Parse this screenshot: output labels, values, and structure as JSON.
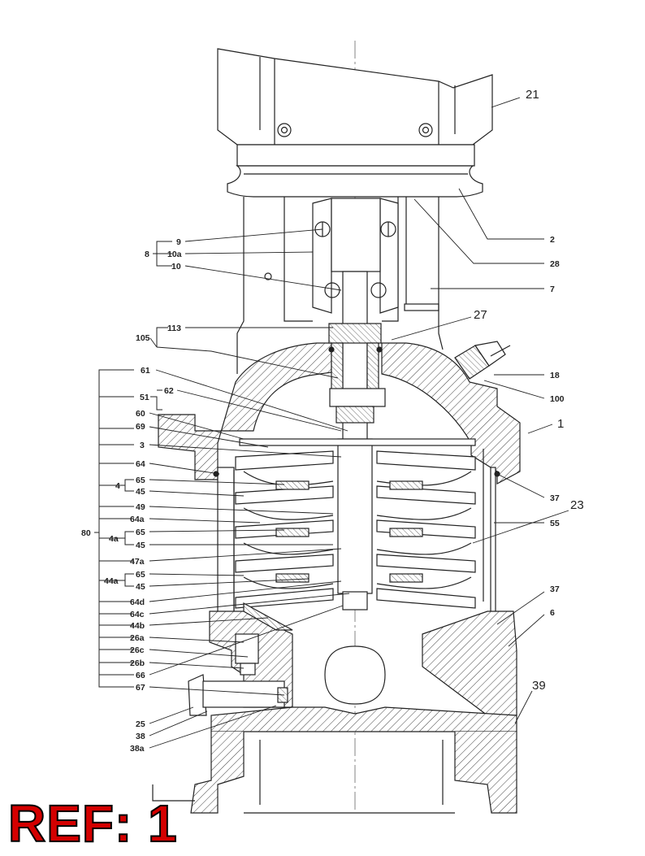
{
  "callouts": {
    "c2": "2",
    "c6": "6",
    "c7": "7",
    "c8": "8",
    "c9": "9",
    "c10": "10",
    "c10a": "10a",
    "c18": "18",
    "c21": "21",
    "c23": "23",
    "c25": "25",
    "c27": "27",
    "c28": "28",
    "c37a": "37",
    "c37b": "37",
    "c38": "38",
    "c38a": "38a",
    "c39": "39",
    "c51": "51",
    "c60": "60",
    "c61": "61",
    "c62": "62",
    "c64": "64",
    "c69": "69",
    "c3": "3",
    "c4": "4",
    "c45a": "45",
    "c65a": "65",
    "c49": "49",
    "c64a": "64a",
    "c4a": "4a",
    "c65b": "65",
    "c45b": "45",
    "c47a": "47a",
    "c44a": "44a",
    "c65c": "65",
    "c45c": "45",
    "c64d": "64d",
    "c64c": "64c",
    "c44b": "44b",
    "c26a": "26a",
    "c26c": "26c",
    "c26b": "26b",
    "c66": "66",
    "c67": "67",
    "c80": "80",
    "c100": "100",
    "c105": "105",
    "c113": "113",
    "c1": "1",
    "c55": "55"
  },
  "reference": {
    "text": "REF: 1"
  }
}
